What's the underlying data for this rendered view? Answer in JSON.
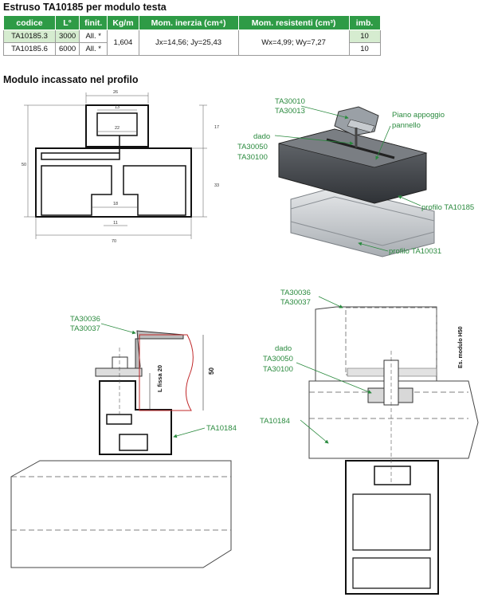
{
  "title": "Estruso TA10185 per modulo testa",
  "subtitle": "Modulo incassato nel profilo",
  "table": {
    "headers": [
      "codice",
      "L°",
      "finit.",
      "Kg/m",
      "Mom. inerzia (cm⁴)",
      "Mom. resistenti (cm³)",
      "imb."
    ],
    "rows": [
      {
        "codice": "TA10185.3",
        "L": "3000",
        "finit": "All. *",
        "imb": "10"
      },
      {
        "codice": "TA10185.6",
        "L": "6000",
        "finit": "All. *",
        "imb": "10"
      }
    ],
    "kgm": "1,604",
    "inerzia": "Jx=14,56; Jy=25,43",
    "resistenti": "Wx=4,99; Wy=7,27"
  },
  "section_dims": {
    "top_width": "26",
    "slot_top": "13",
    "slot_inner": "22",
    "right_top": "17",
    "height": "50",
    "right_mid": "33",
    "bottom_slot": "18",
    "bottom_slot_inner": "11",
    "width": "70"
  },
  "labels_3d": {
    "clamp_codes": [
      "TA30010",
      "TA30013"
    ],
    "dado": "dado",
    "dado_codes": [
      "TA30050",
      "TA30100"
    ],
    "piano": [
      "Piano appoggio",
      "pannello"
    ],
    "profilo_top": "profilo TA10185",
    "profilo_bottom": "profilo TA10031"
  },
  "labels_left": {
    "codes": [
      "TA30036",
      "TA30037"
    ],
    "fissa": "L fissa 20",
    "height": "50",
    "profile": "TA10184"
  },
  "labels_right": {
    "codes": [
      "TA30036",
      "TA30037"
    ],
    "dado": "dado",
    "dado_codes": [
      "TA30050",
      "TA30100"
    ],
    "profile": "TA10184",
    "modulo": "Es. modulo H50"
  },
  "colors": {
    "header_green": "#2e9b46",
    "cell_green": "#d6ecd0",
    "label_green": "#2a8a3e",
    "module_red": "#c0282a"
  }
}
